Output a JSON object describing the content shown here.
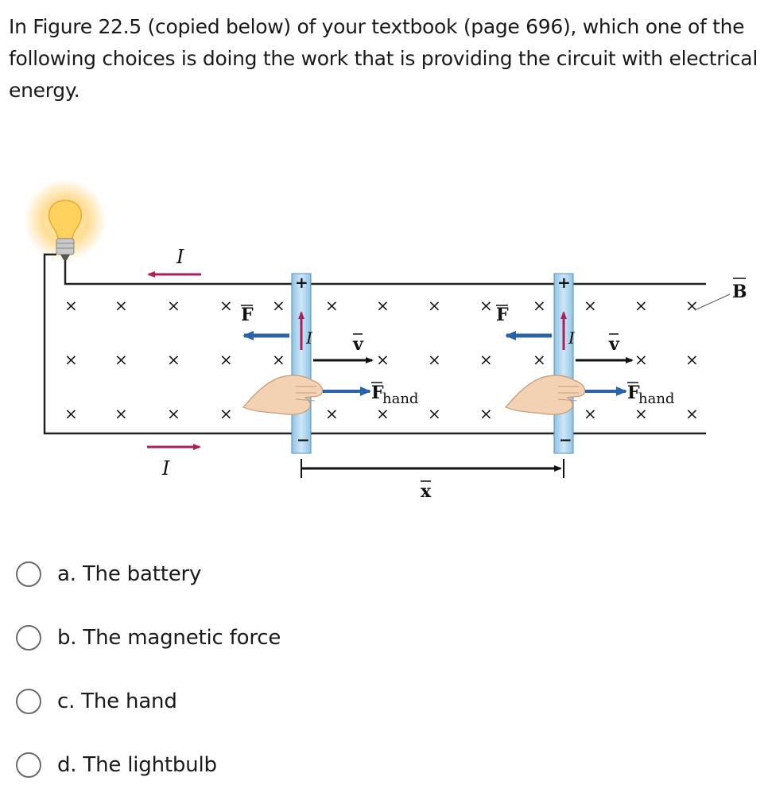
{
  "question": {
    "text": "In Figure 22.5 (copied below) of your textbook (page 696), which one of the following choices is doing the work that is providing the circuit with electrical energy."
  },
  "figure": {
    "current_label": "I",
    "force_label": "F",
    "velocity_label": "v",
    "hand_force_label": "F",
    "hand_subscript": "hand",
    "displacement_label": "x",
    "field_label": "B",
    "plus_sign": "+",
    "minus_sign": "−",
    "field_symbol": "×"
  },
  "options": [
    {
      "label": "a. The battery"
    },
    {
      "label": "b. The magnetic force"
    },
    {
      "label": "c. The hand"
    },
    {
      "label": "d. The lightbulb"
    }
  ]
}
